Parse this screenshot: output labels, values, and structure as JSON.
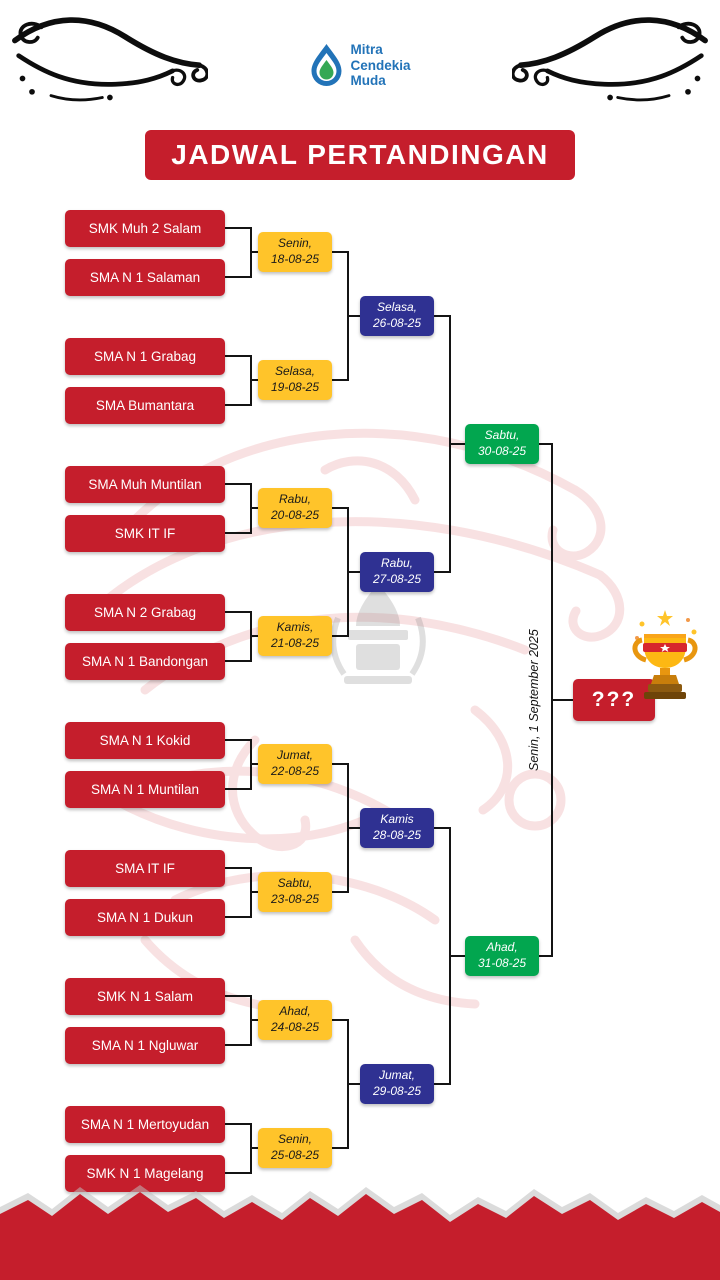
{
  "logo": {
    "line1": "Mitra",
    "line2": "Cendekia",
    "line3": "Muda"
  },
  "title": "JADWAL PERTANDINGAN",
  "bracket": {
    "teams": [
      "SMK Muh 2 Salam",
      "SMA N 1 Salaman",
      "SMA N 1 Grabag",
      "SMA Bumantara",
      "SMA Muh Muntilan",
      "SMK IT IF",
      "SMA N 2 Grabag",
      "SMA N 1 Bandongan",
      "SMA N 1 Kokid",
      "SMA N 1 Muntilan",
      "SMA IT IF",
      "SMA N 1 Dukun",
      "SMK N 1 Salam",
      "SMA N 1 Ngluwar",
      "SMA N 1 Mertoyudan",
      "SMK N 1 Magelang"
    ],
    "round1": [
      {
        "day": "Senin,",
        "date": "18-08-25"
      },
      {
        "day": "Selasa,",
        "date": "19-08-25"
      },
      {
        "day": "Rabu,",
        "date": "20-08-25"
      },
      {
        "day": "Kamis,",
        "date": "21-08-25"
      },
      {
        "day": "Jumat,",
        "date": "22-08-25"
      },
      {
        "day": "Sabtu,",
        "date": "23-08-25"
      },
      {
        "day": "Ahad,",
        "date": "24-08-25"
      },
      {
        "day": "Senin,",
        "date": "25-08-25"
      }
    ],
    "round2": [
      {
        "day": "Selasa,",
        "date": "26-08-25"
      },
      {
        "day": "Rabu,",
        "date": "27-08-25"
      },
      {
        "day": "Kamis",
        "date": "28-08-25"
      },
      {
        "day": "Jumat,",
        "date": "29-08-25"
      }
    ],
    "semifinals": [
      {
        "day": "Sabtu,",
        "date": "30-08-25"
      },
      {
        "day": "Ahad,",
        "date": "31-08-25"
      }
    ],
    "final": {
      "date_label": "Senin, 1 September 2025",
      "champion_placeholder": "???"
    }
  },
  "colors": {
    "red": "#C51E2C",
    "yellow": "#FFC42A",
    "navy": "#2F3192",
    "green": "#02A64F",
    "logo_blue": "#2273B8",
    "logo_green": "#35A855"
  }
}
